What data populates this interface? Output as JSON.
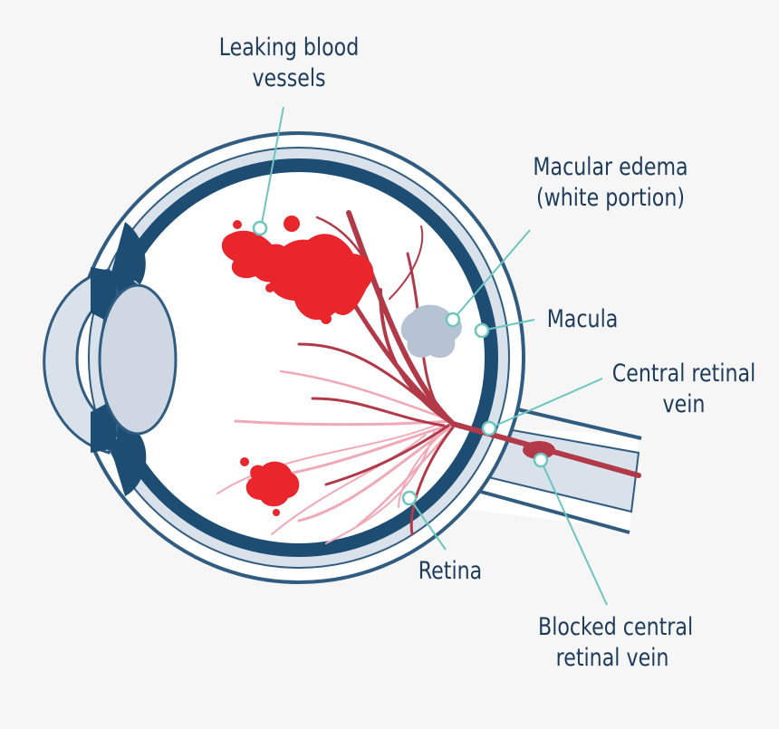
{
  "labels": {
    "leaking_blood_vessels": [
      "Leaking blood",
      "vessels"
    ],
    "macular_edema": [
      "Macular edema",
      "(white portion)"
    ],
    "macula": [
      "Macula"
    ],
    "central_retinal_vein": [
      "Central retinal",
      "vein"
    ],
    "retina": [
      "Retina"
    ],
    "blocked_central_retinal_vein": [
      "Blocked central",
      "retinal vein"
    ]
  },
  "colors": {
    "sclera": "#1d4d73",
    "outline": "#2f5c80",
    "lens": "#cfd8e2",
    "vessel": "#b23a48",
    "vessel_light": "#f1a9b8",
    "hemorrhage": "#e8262b",
    "edema": "#b5c3d2",
    "leader_line": "#6cc5be",
    "text": "#1d3b5a"
  }
}
